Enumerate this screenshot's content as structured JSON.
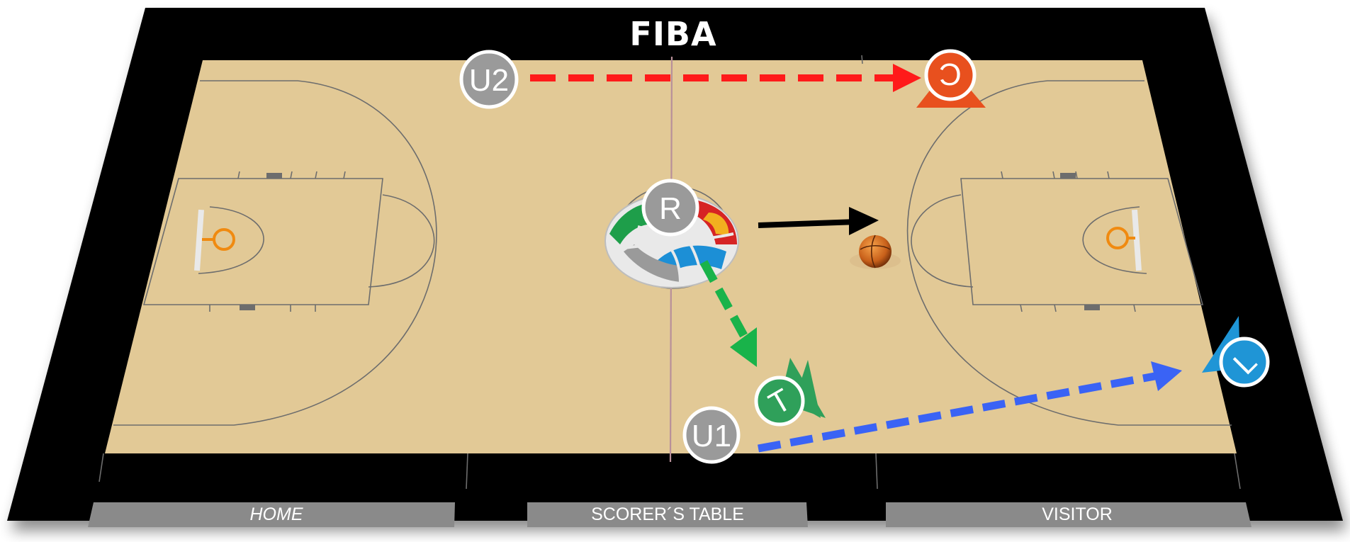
{
  "header": {
    "title": "FIBA"
  },
  "labels": {
    "home": "HOME",
    "scorers_table": "SCORER´S TABLE",
    "visitor": "VISITOR"
  },
  "referees": {
    "r": "R",
    "u1": "U1",
    "u2": "U2"
  },
  "players": {
    "c": "C",
    "t": "T",
    "l": "L"
  },
  "colors": {
    "surround": "#000000",
    "court": "#e2c996",
    "lines": "#6d6d6d",
    "center_line": "#b8909a",
    "referee": "#9a9a9a",
    "c_player": "#e8501e",
    "t_player": "#2fa05a",
    "l_player": "#1f95d6",
    "arrow_red": "#ff1a1a",
    "arrow_green": "#19b34a",
    "arrow_blue": "#3a63f5",
    "arrow_black": "#000000",
    "label_bar": "#8a8a8a"
  },
  "icons": {
    "ball": "basketball-icon",
    "logo": "fiba-logo-icon"
  }
}
